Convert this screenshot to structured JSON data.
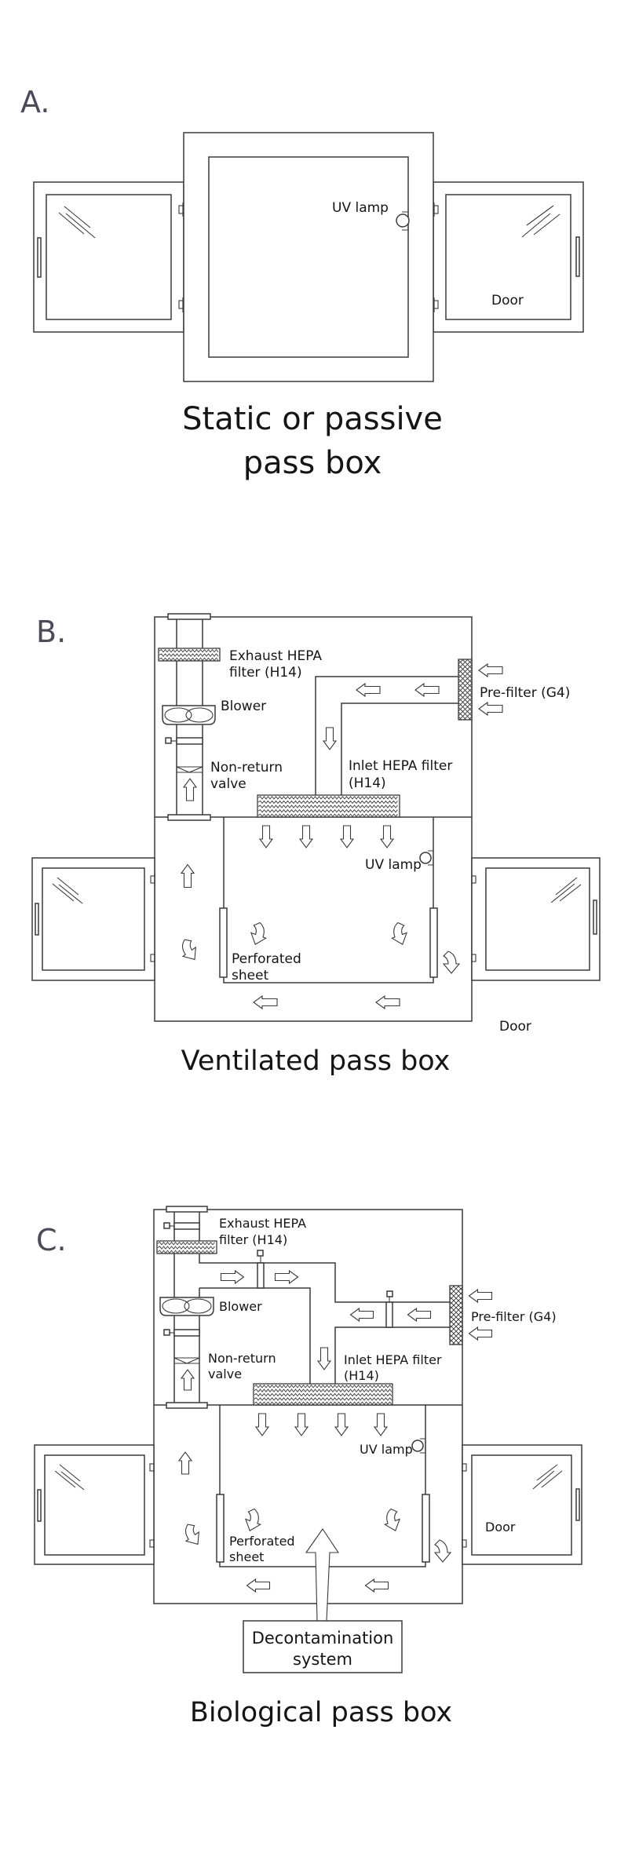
{
  "figure": {
    "panels": [
      {
        "id": "A",
        "label": "A.",
        "caption_lines": [
          "Static or passive",
          "pass box"
        ],
        "labels": {
          "uv_lamp": "UV lamp",
          "door": "Door"
        }
      },
      {
        "id": "B",
        "label": "B.",
        "caption_lines": [
          "Ventilated pass box"
        ],
        "labels": {
          "exhaust_hepa_1": "Exhaust HEPA",
          "exhaust_hepa_2": "filter (H14)",
          "blower": "Blower",
          "non_return_1": "Non-return",
          "non_return_2": "valve",
          "inlet_hepa_1": "Inlet HEPA filter",
          "inlet_hepa_2": "(H14)",
          "pre_filter": "Pre-filter (G4)",
          "uv_lamp": "UV lamp",
          "perforated_1": "Perforated",
          "perforated_2": "sheet",
          "door": "Door"
        }
      },
      {
        "id": "C",
        "label": "C.",
        "caption_lines": [
          "Biological pass box"
        ],
        "labels": {
          "exhaust_hepa_1": "Exhaust HEPA",
          "exhaust_hepa_2": "filter (H14)",
          "blower": "Blower",
          "non_return_1": "Non-return",
          "non_return_2": "valve",
          "inlet_hepa_1": "Inlet HEPA filter",
          "inlet_hepa_2": "(H14)",
          "pre_filter": "Pre-filter (G4)",
          "uv_lamp": "UV lamp",
          "perforated_1": "Perforated",
          "perforated_2": "sheet",
          "door": "Door",
          "decon_1": "Decontamination",
          "decon_2": "system"
        }
      }
    ]
  }
}
